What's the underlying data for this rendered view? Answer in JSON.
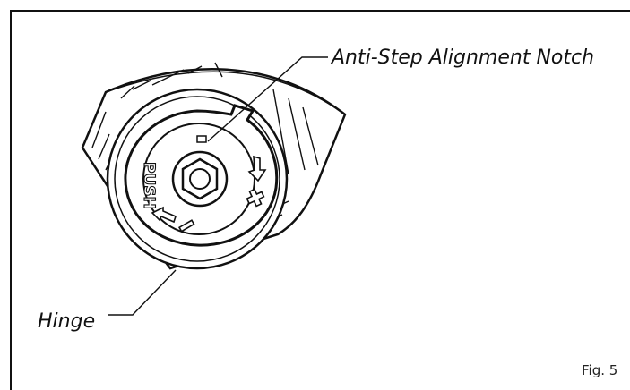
{
  "figure": {
    "callouts": {
      "notch": "Anti-Step Alignment Notch",
      "hinge": "Hinge"
    },
    "part_markings": {
      "push": "PUSH",
      "plus": "+",
      "minus": "−"
    },
    "figure_label": "Fig. 5"
  }
}
